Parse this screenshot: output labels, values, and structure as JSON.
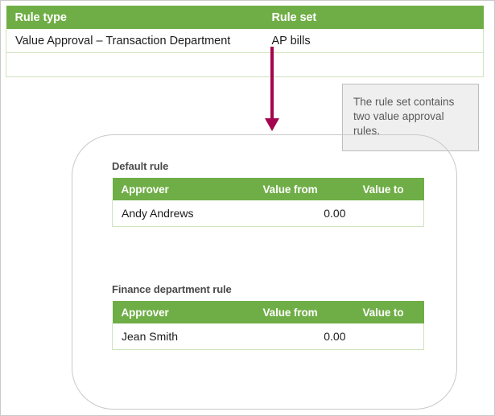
{
  "top_table": {
    "headers": [
      "Rule type",
      "Rule set"
    ],
    "rows": [
      {
        "rule_type": "Value Approval – Transaction Department",
        "rule_set": "AP bills"
      },
      {
        "rule_type": "",
        "rule_set": ""
      }
    ]
  },
  "callout": {
    "text": "The rule set contains two value approval rules."
  },
  "arrow": {
    "name": "down-arrow",
    "color": "#a4064d"
  },
  "rule_groups": [
    {
      "label": "Default rule",
      "headers": [
        "Approver",
        "Value from",
        "Value to"
      ],
      "rows": [
        {
          "approver": "Andy Andrews",
          "value_from": "0.00",
          "value_to": ""
        }
      ]
    },
    {
      "label": "Finance department rule",
      "headers": [
        "Approver",
        "Value from",
        "Value to"
      ],
      "rows": [
        {
          "approver": "Jean Smith",
          "value_from": "0.00",
          "value_to": ""
        }
      ]
    }
  ],
  "colors": {
    "header_green": "#6fae46",
    "table_border_green": "#cfe3bf",
    "arrow_magenta": "#a4064d",
    "callout_bg": "#efefef",
    "callout_border": "#bdbdbd",
    "round_box_border": "#c9c9c9"
  }
}
